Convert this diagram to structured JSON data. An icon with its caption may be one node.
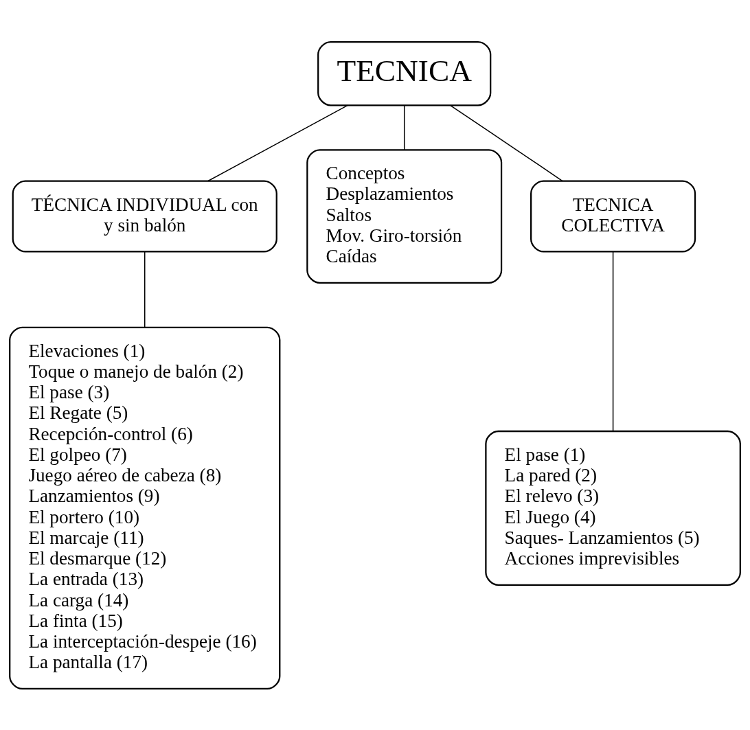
{
  "diagram": {
    "nodes": [
      {
        "text": [
          "TECNICA"
        ]
      },
      {
        "text": [
          "TÉCNICA INDIVIDUAL con y sin balón"
        ]
      },
      {
        "text": [
          "Conceptos",
          "Desplazamientos",
          "Saltos",
          "Mov. Giro-torsión",
          "Caídas"
        ]
      },
      {
        "text": [
          "TECNICA COLECTIVA"
        ]
      },
      {
        "text": [
          "Elevaciones (1)",
          "Toque o manejo de balón (2)",
          "El pase (3)",
          "El Regate (5)",
          "Recepción-control (6)",
          "El golpeo (7)",
          "Juego aéreo de cabeza (8)",
          "Lanzamientos (9)",
          "El portero (10)",
          "El marcaje (11)",
          "El desmarque (12)",
          "La entrada (13)",
          "La carga (14)",
          "La finta (15)",
          "La interceptación-despeje (16)",
          "La pantalla (17)"
        ]
      },
      {
        "text": [
          "El pase (1)",
          "La pared (2)",
          "El relevo (3)",
          "El Juego (4)",
          "Saques- Lanzamientos (5)",
          "Acciones imprevisibles"
        ]
      }
    ],
    "edges": [
      {
        "from": 0,
        "to": 1,
        "arrow": "none"
      },
      {
        "from": 0,
        "to": 2,
        "arrow": "none"
      },
      {
        "from": 0,
        "to": 3,
        "arrow": "none"
      },
      {
        "from": 1,
        "to": 4,
        "arrow": "none"
      },
      {
        "from": 3,
        "to": 5,
        "arrow": "none"
      }
    ]
  }
}
